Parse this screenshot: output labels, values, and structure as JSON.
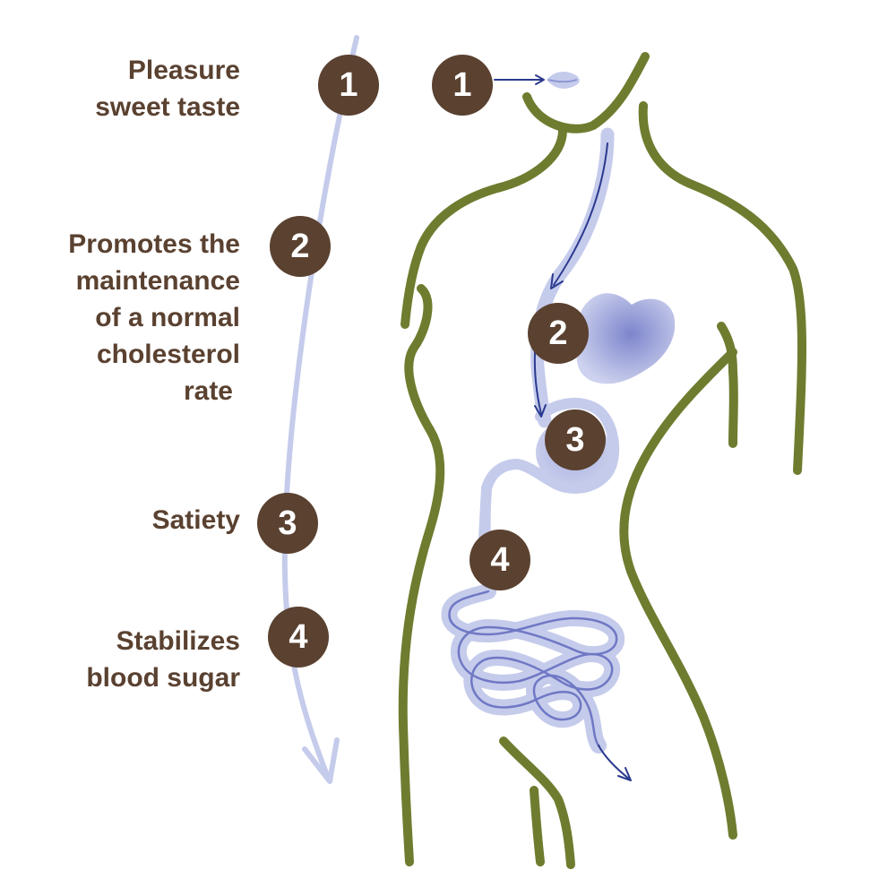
{
  "benefits": [
    {
      "number": "1",
      "lines": [
        "Pleasure",
        "sweet taste"
      ]
    },
    {
      "number": "2",
      "lines": [
        "Promotes the",
        "maintenance",
        "of a normal",
        "cholesterol",
        "rate"
      ]
    },
    {
      "number": "3",
      "lines": [
        "Satiety"
      ]
    },
    {
      "number": "4",
      "lines": [
        "Stabilizes",
        "blood sugar"
      ]
    }
  ],
  "markers": [
    "1",
    "2",
    "3",
    "4"
  ],
  "colors": {
    "badge": "#5a4130",
    "body_outline": "#6e7c2f",
    "digestive": "#c5cbeb",
    "digestive_dark": "#8f97d3",
    "flow_arrow": "#2b3a8f",
    "text": "#5a4130"
  }
}
